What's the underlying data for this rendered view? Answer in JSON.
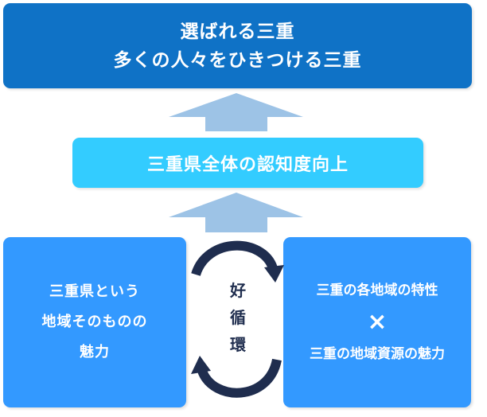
{
  "top": {
    "line1": "選ばれる三重",
    "line2": "多くの人々をひきつける三重"
  },
  "middle": {
    "label": "三重県全体の認知度向上"
  },
  "left": {
    "line1": "三重県という",
    "line2": "地域そのものの",
    "line3": "魅力"
  },
  "right": {
    "line1": "三重の各地域の特性",
    "cross": "×",
    "line2": "三重の地域資源の魅力"
  },
  "cycle": {
    "char1": "好",
    "char2": "循",
    "char3": "環"
  },
  "colors": {
    "top": "#0f72c6",
    "middle": "#33ccff",
    "sides": "#3399ff",
    "up_arrow": "#9dc3e6",
    "cycle_arrow": "#1f2d4e"
  }
}
